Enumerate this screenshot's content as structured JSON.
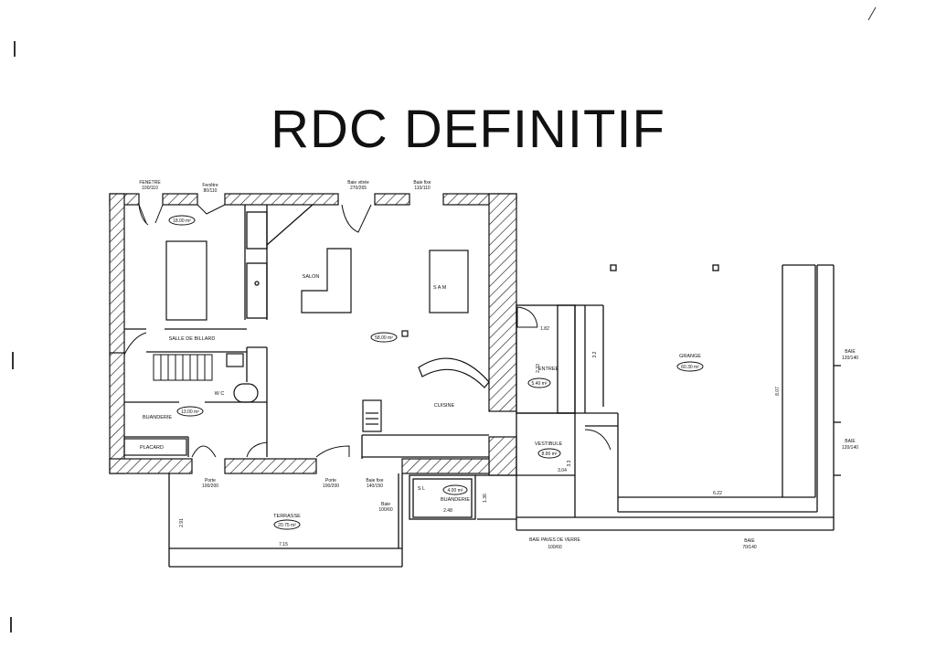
{
  "title": "RDC DEFINITIF",
  "openings": {
    "fenetre_top": "FENETRE",
    "fenetre_top_size": "100/110",
    "fenetre_small": "Fenêtre",
    "fenetre_small_size": "80/110",
    "baie_vitree": "Baie vitrée",
    "baie_vitree_size": "270/265",
    "baie_fixe_top": "Baie fixe",
    "baie_fixe_top_size": "110/110",
    "porte_1": "Porte",
    "porte_1_size": "100/200",
    "porte_2": "Porte",
    "porte_2_size": "100/200",
    "baie_fixe_bottom": "Baie fixe",
    "baie_fixe_bottom_size": "140/150",
    "baie_small": "Baie",
    "baie_small_size": "100/60",
    "baie_paves": "BAIE PAVES DE VERRE",
    "baie_paves_size": "100/60",
    "baie_grange_bottom": "BAIE",
    "baie_grange_bottom_size": "70/140",
    "baie_right_1": "BAIE",
    "baie_right_1_size": "120/140",
    "baie_right_2": "BAIE",
    "baie_right_2_size": "120/140"
  },
  "rooms": {
    "billard": {
      "name": "SALLE DE BILLARD",
      "area": "18.00 m²"
    },
    "salon": {
      "name": "SALON"
    },
    "sam": {
      "name": "S A M"
    },
    "main": {
      "area": "58.00 m²"
    },
    "cuisine": {
      "name": "CUISINE"
    },
    "wc": {
      "name": "W C"
    },
    "buanderie": {
      "name": "BUANDERIE",
      "area": "13.00 m²"
    },
    "placard": {
      "name": "PLACARD"
    },
    "entree": {
      "name": "ENTREE",
      "area": "5.40 m²"
    },
    "vestibule": {
      "name": "VESTIBULE",
      "area": "8.90 m²"
    },
    "buanderie2": {
      "name": "BUANDERIE",
      "area": "4.00 m²",
      "sl": "S L"
    },
    "terrasse": {
      "name": "TERRASSE",
      "area": "20.75 m²"
    },
    "grange": {
      "name": "GRANGE",
      "area": "60.30 m²"
    }
  },
  "dimensions": {
    "d_1_82": "1.82",
    "d_2_33": "2.33",
    "d_3_2": "3.2",
    "d_3_3": "3.3",
    "d_3_04": "3.04",
    "d_1_36": "1.36",
    "d_2_48": "2.48",
    "d_2_91": "2.91",
    "d_7_15": "7.15",
    "d_6_22": "6.22",
    "d_8_07": "8.07"
  }
}
